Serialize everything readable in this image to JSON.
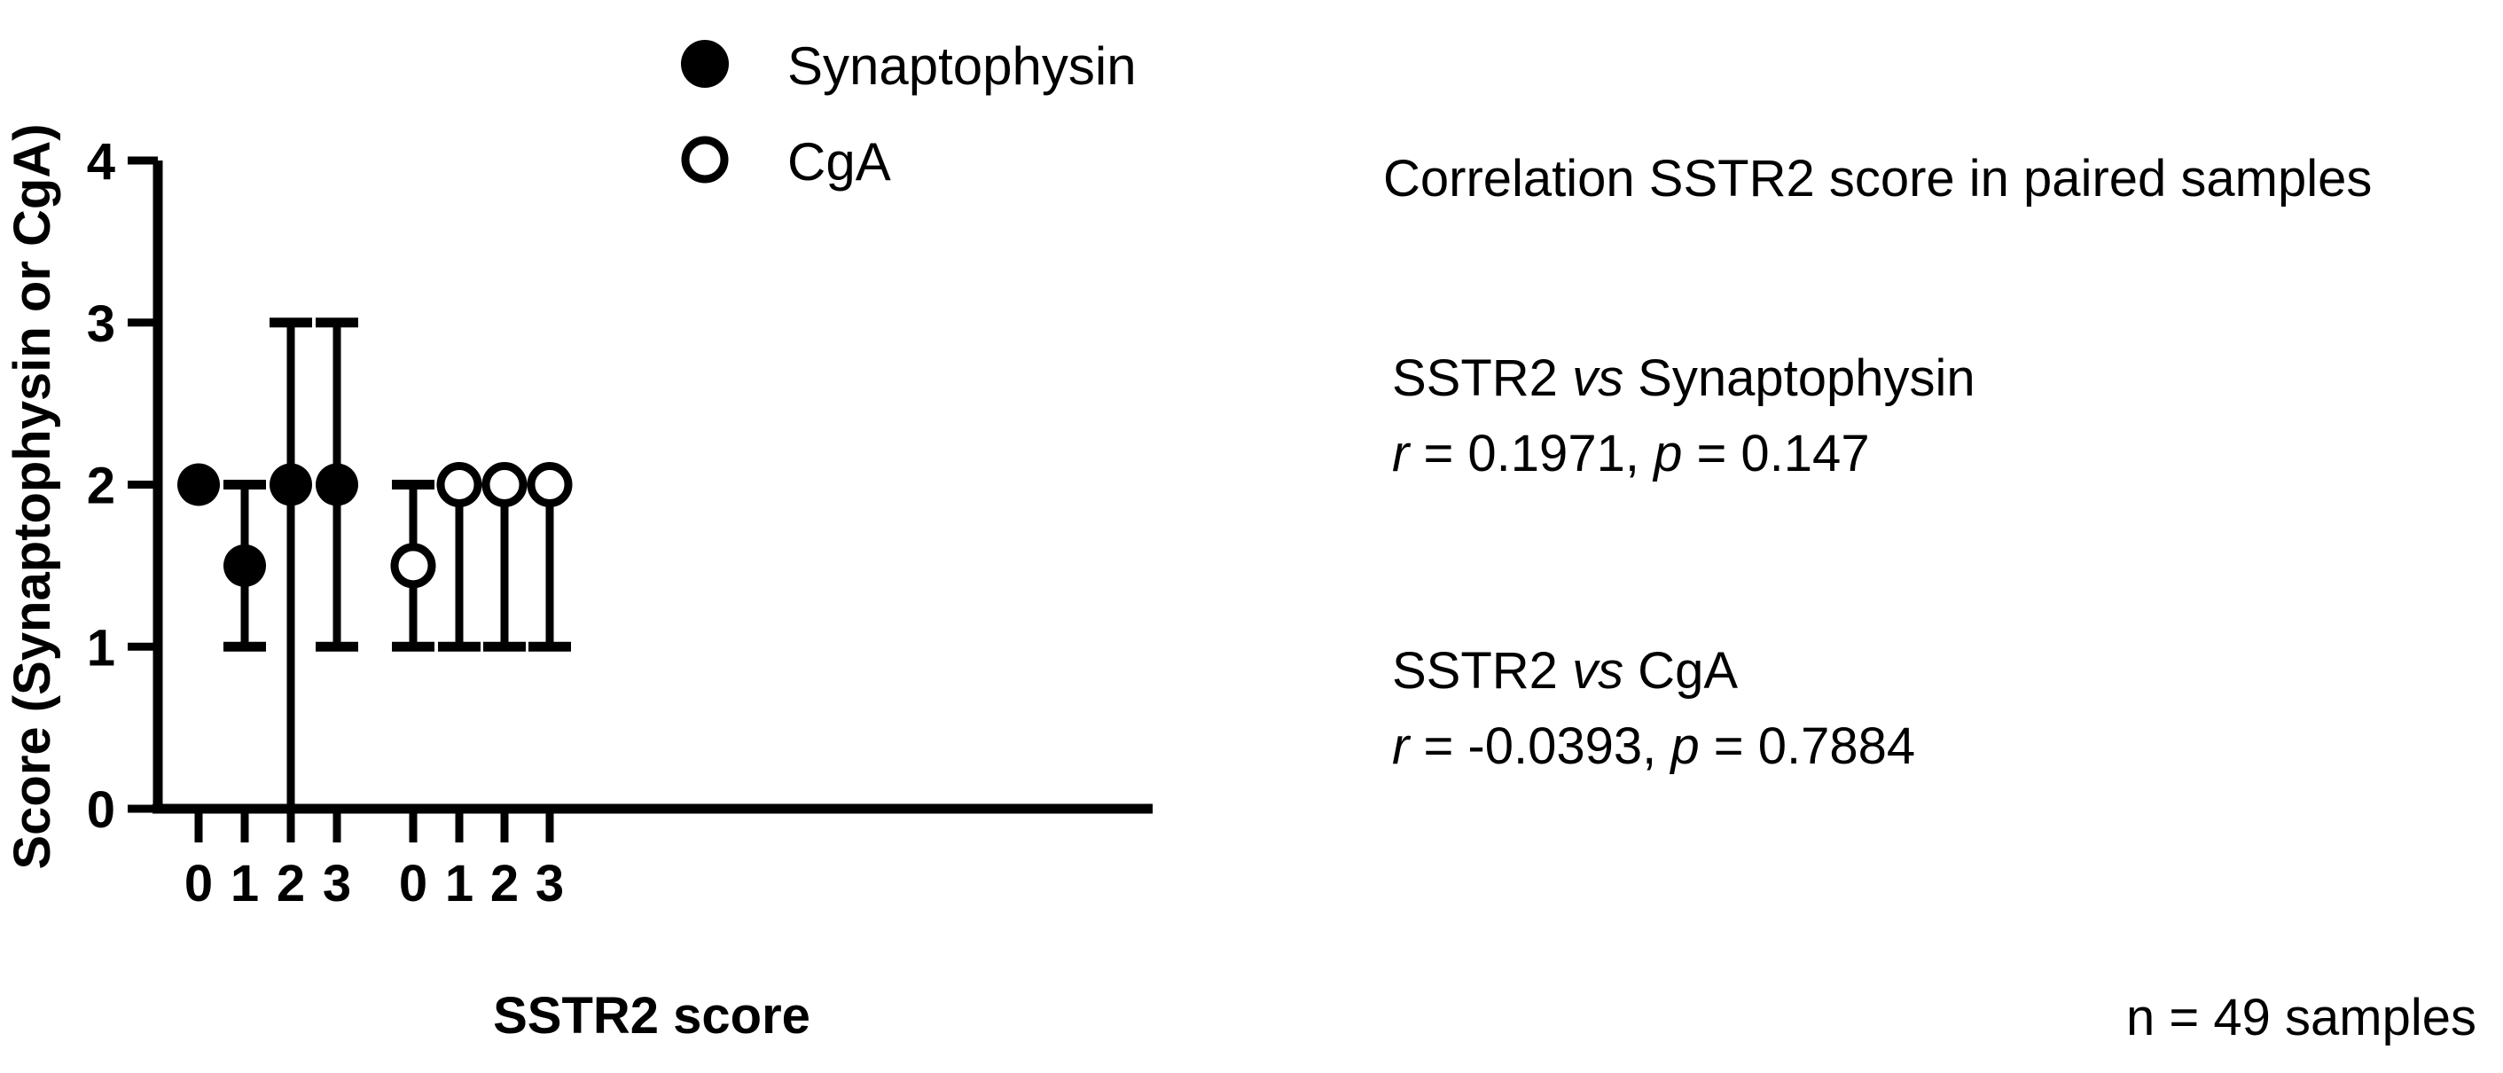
{
  "figure": {
    "background_color": "#ffffff",
    "ink_color": "#000000"
  },
  "chart_data": {
    "type": "scatter",
    "title": "",
    "xlabel": "SSTR2 score",
    "ylabel": "Score (Synaptophysin or CgA)",
    "ylim": [
      0,
      4
    ],
    "yticks": [
      "0",
      "1",
      "2",
      "3",
      "4"
    ],
    "ytick_values": [
      0,
      1,
      2,
      3,
      4
    ],
    "xtick_labels": [
      "0",
      "1",
      "2",
      "3",
      "0",
      "1",
      "2",
      "3"
    ],
    "grid": false,
    "legend_position": "top-center",
    "legend": [
      {
        "label": "Synaptophysin",
        "marker": "filled-circle"
      },
      {
        "label": "CgA",
        "marker": "open-circle"
      }
    ],
    "series": [
      {
        "name": "Synaptophysin",
        "marker": "filled-circle",
        "x": [
          0,
          1,
          2,
          3
        ],
        "x_labels": [
          "0",
          "1",
          "2",
          "3"
        ],
        "values": [
          2,
          1.5,
          2,
          2
        ],
        "error_low": [
          null,
          1,
          0,
          1
        ],
        "error_high": [
          null,
          2,
          3,
          3
        ],
        "low_cap": [
          false,
          true,
          false,
          true
        ],
        "high_cap": [
          false,
          true,
          true,
          true
        ]
      },
      {
        "name": "CgA",
        "marker": "open-circle",
        "x": [
          0,
          1,
          2,
          3
        ],
        "x_labels": [
          "0",
          "1",
          "2",
          "3"
        ],
        "values": [
          1.5,
          2,
          2,
          2
        ],
        "error_low": [
          1,
          1,
          1,
          1
        ],
        "error_high": [
          2,
          2,
          2,
          2
        ],
        "low_cap": [
          true,
          true,
          true,
          true
        ],
        "high_cap": [
          true,
          true,
          true,
          true
        ]
      }
    ]
  },
  "panel": {
    "title": "Correlation SSTR2 score in paired samples",
    "sample_count": "n = 49 samples",
    "stats": [
      {
        "heading_prefix": "SSTR2 ",
        "heading_italic": "vs",
        "heading_suffix": " Synaptophysin",
        "heading_full": "SSTR2 vs Synaptophysin",
        "r_symbol": "r",
        "r_text": " = 0.1971, ",
        "p_symbol": "p",
        "p_text": " = 0.147",
        "stats_full": "r = 0.1971, p = 0.147",
        "r_value": 0.1971,
        "p_value": 0.147
      },
      {
        "heading_prefix": "SSTR2 ",
        "heading_italic": "vs",
        "heading_suffix": " CgA",
        "heading_full": "SSTR2 vs CgA",
        "r_symbol": "r",
        "r_text": " = -0.0393, ",
        "p_symbol": "p",
        "p_text": " = 0.7884",
        "stats_full": "r = -0.0393, p = 0.7884",
        "r_value": -0.0393,
        "p_value": 0.7884
      }
    ]
  }
}
